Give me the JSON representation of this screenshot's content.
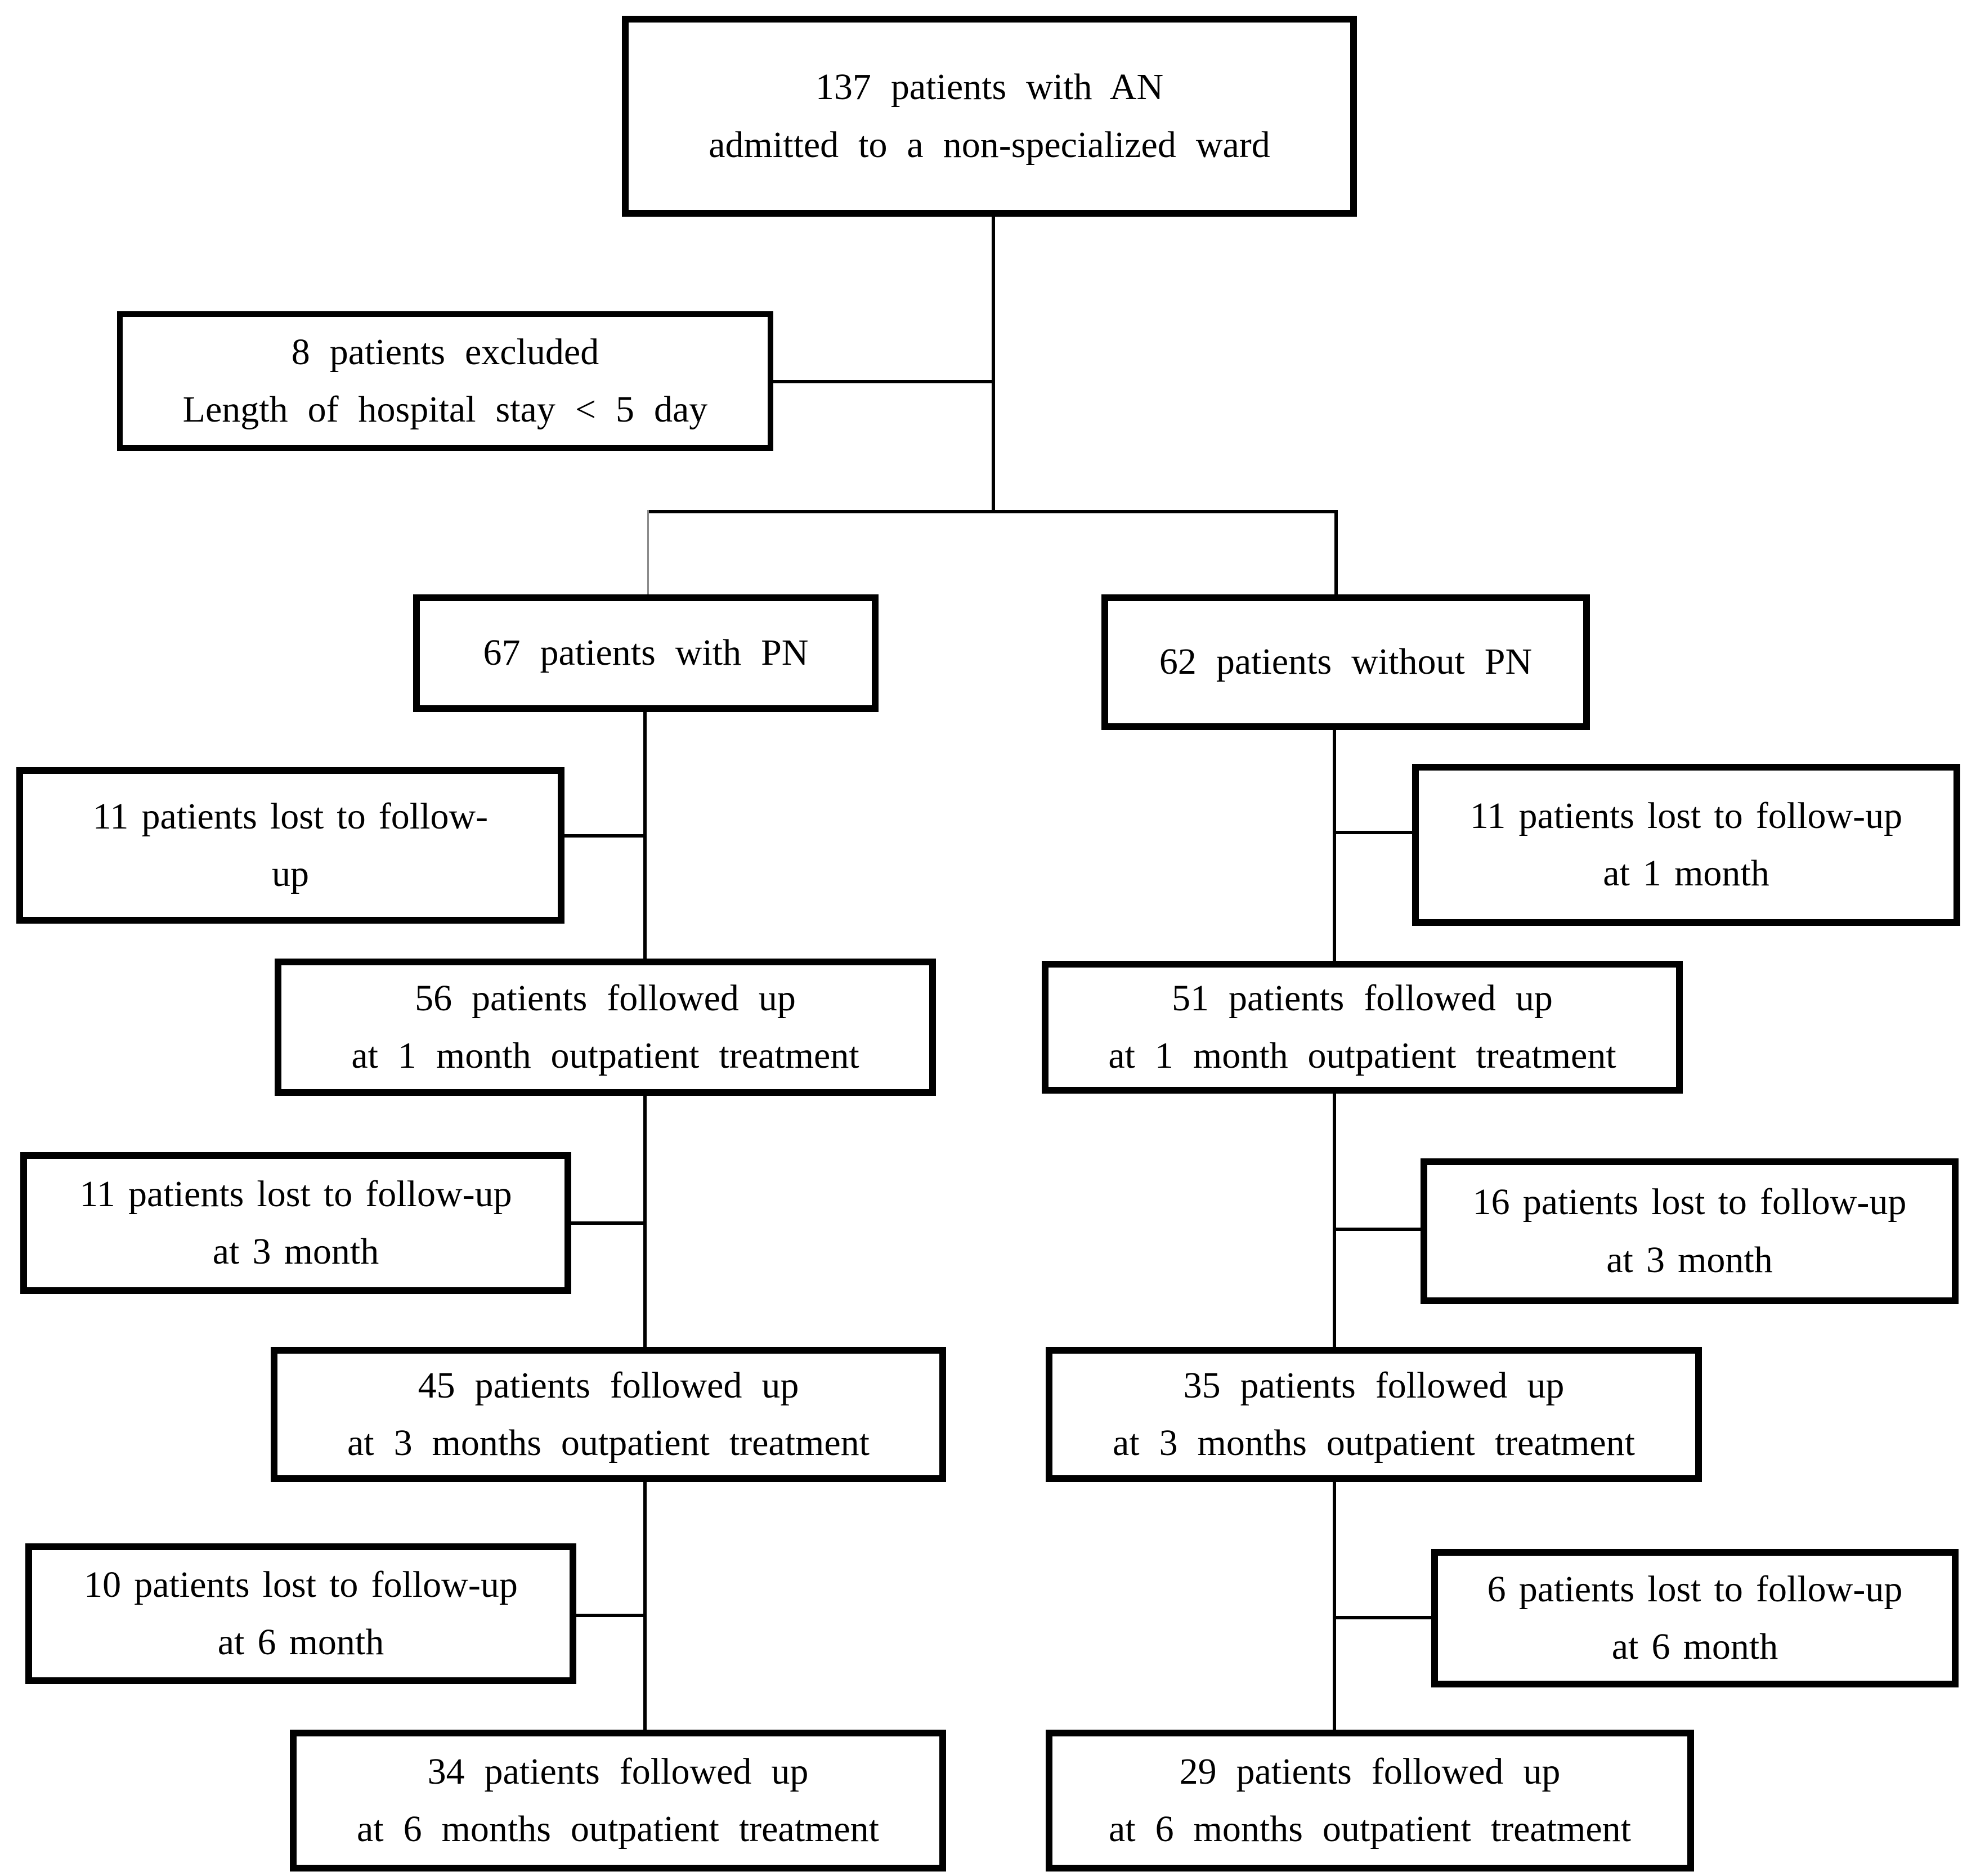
{
  "diagram": {
    "type": "patient-flow-chart",
    "colors": {
      "border": "#000000",
      "text": "#000000",
      "background": "#ffffff",
      "connector": "#000000"
    },
    "nodes": {
      "enrollment": {
        "lines": [
          "137 patients with AN",
          "admitted to a non-specialized ward"
        ]
      },
      "excluded": {
        "lines": [
          "8 patients excluded",
          "Length of hospital stay < 5 day"
        ]
      },
      "pn": {
        "lines": [
          "67 patients with PN"
        ]
      },
      "no_pn": {
        "lines": [
          "62 patients without PN"
        ]
      },
      "pn_lost_1m": {
        "lines": [
          "11 patients lost to follow-",
          "up"
        ]
      },
      "no_pn_lost_1m": {
        "lines": [
          "11 patients lost to follow-up",
          "at 1 month"
        ]
      },
      "pn_fu_1m": {
        "lines": [
          "56 patients followed up",
          "at 1 month outpatient treatment"
        ]
      },
      "no_pn_fu_1m": {
        "lines": [
          "51 patients followed up",
          "at 1 month outpatient treatment"
        ]
      },
      "pn_lost_3m": {
        "lines": [
          "11 patients lost to follow-up",
          "at 3 month"
        ]
      },
      "no_pn_lost_3m": {
        "lines": [
          "16 patients lost to follow-up",
          "at 3 month"
        ]
      },
      "pn_fu_3m": {
        "lines": [
          "45 patients followed up",
          "at 3 months outpatient treatment"
        ]
      },
      "no_pn_fu_3m": {
        "lines": [
          "35 patients followed up",
          "at 3 months outpatient treatment"
        ]
      },
      "pn_lost_6m": {
        "lines": [
          "10 patients lost to follow-up",
          "at 6 month"
        ]
      },
      "no_pn_lost_6m": {
        "lines": [
          "6 patients lost to follow-up",
          "at 6 month"
        ]
      },
      "pn_fu_6m": {
        "lines": [
          "34 patients followed up",
          "at 6 months outpatient treatment"
        ]
      },
      "no_pn_fu_6m": {
        "lines": [
          "29 patients followed up",
          "at 6 months outpatient treatment"
        ]
      }
    }
  }
}
